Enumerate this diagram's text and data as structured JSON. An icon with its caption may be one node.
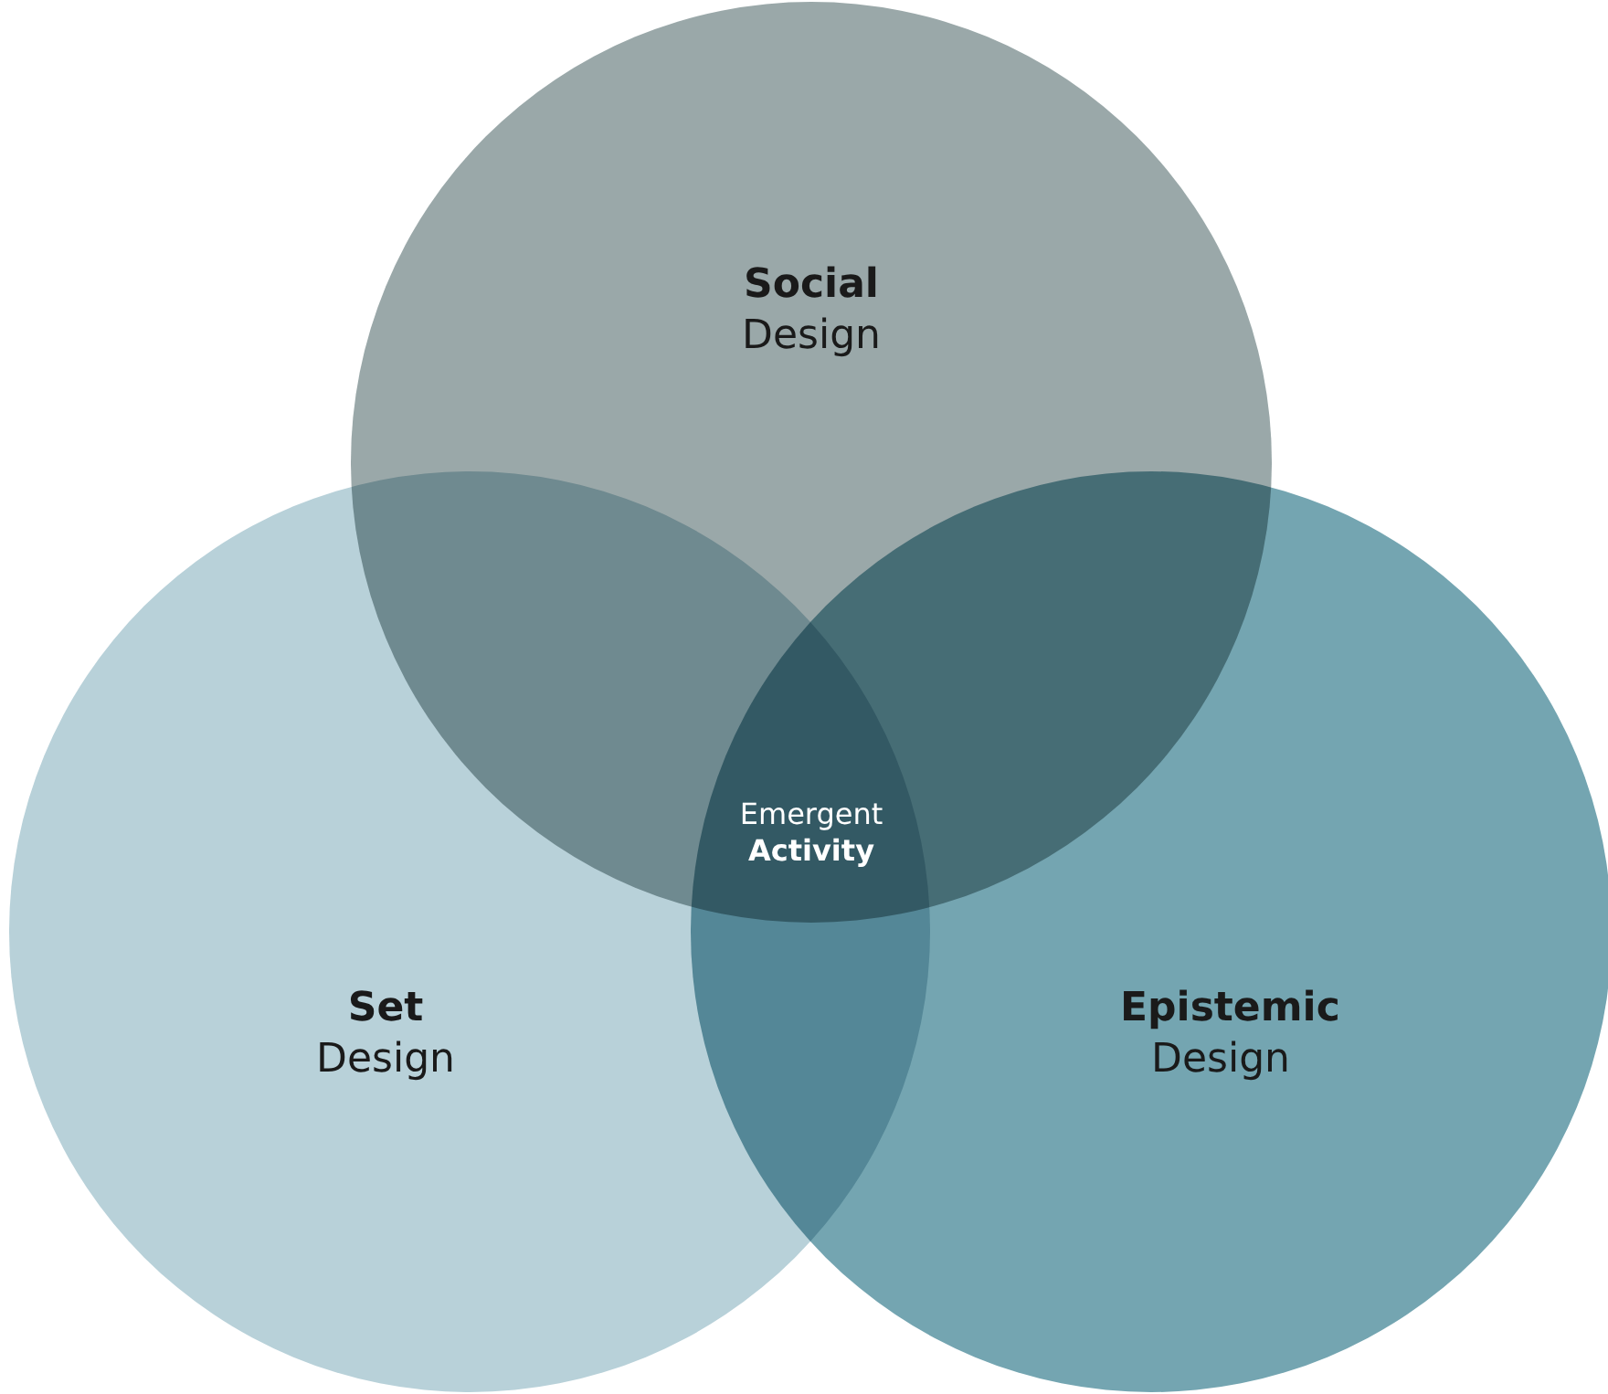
{
  "diagram": {
    "nodes": [
      {
        "text": [
          "**Social** Design"
        ]
      },
      {
        "text": [
          "**Set** Design"
        ]
      },
      {
        "text": [
          "**Epistemic** Design"
        ]
      },
      {
        "text": [
          "Emergent **Activity**"
        ]
      }
    ],
    "edges": []
  }
}
